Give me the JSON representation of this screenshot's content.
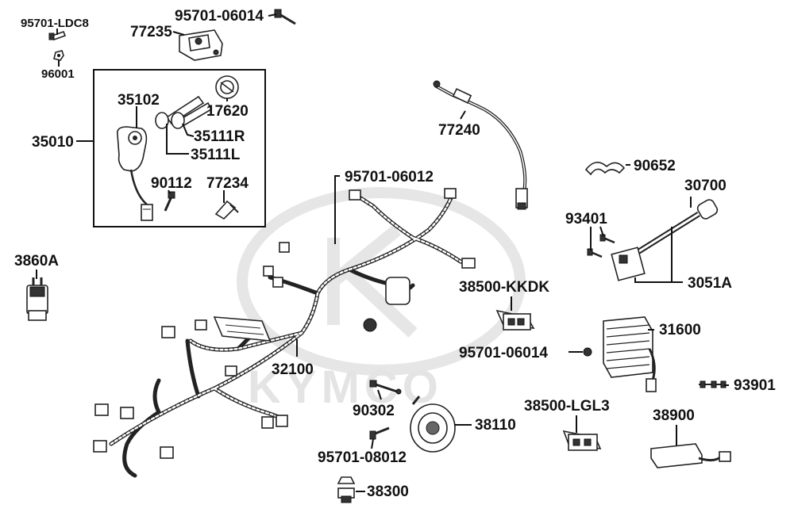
{
  "watermark": {
    "brand": "KYMCO"
  },
  "callouts": {
    "p95701_ldc8": "95701-LDC8",
    "p96001": "96001",
    "p95701_06014_top": "95701-06014",
    "p77235": "77235",
    "p35102": "35102",
    "p17620": "17620",
    "p35010": "35010",
    "p35111r": "35111R",
    "p35111l": "35111L",
    "p90112": "90112",
    "p77234": "77234",
    "p77240": "77240",
    "p90652": "90652",
    "p30700": "30700",
    "p93401": "93401",
    "p3051a": "3051A",
    "p95701_06012": "95701-06012",
    "p3860a": "3860A",
    "p38500_kkdk": "38500-KKDK",
    "p31600": "31600",
    "p95701_06014_mid": "95701-06014",
    "p32100": "32100",
    "p93901": "93901",
    "p90302": "90302",
    "p38110": "38110",
    "p38500_lgl3": "38500-LGL3",
    "p38900": "38900",
    "p95701_08012": "95701-08012",
    "p38300": "38300"
  }
}
